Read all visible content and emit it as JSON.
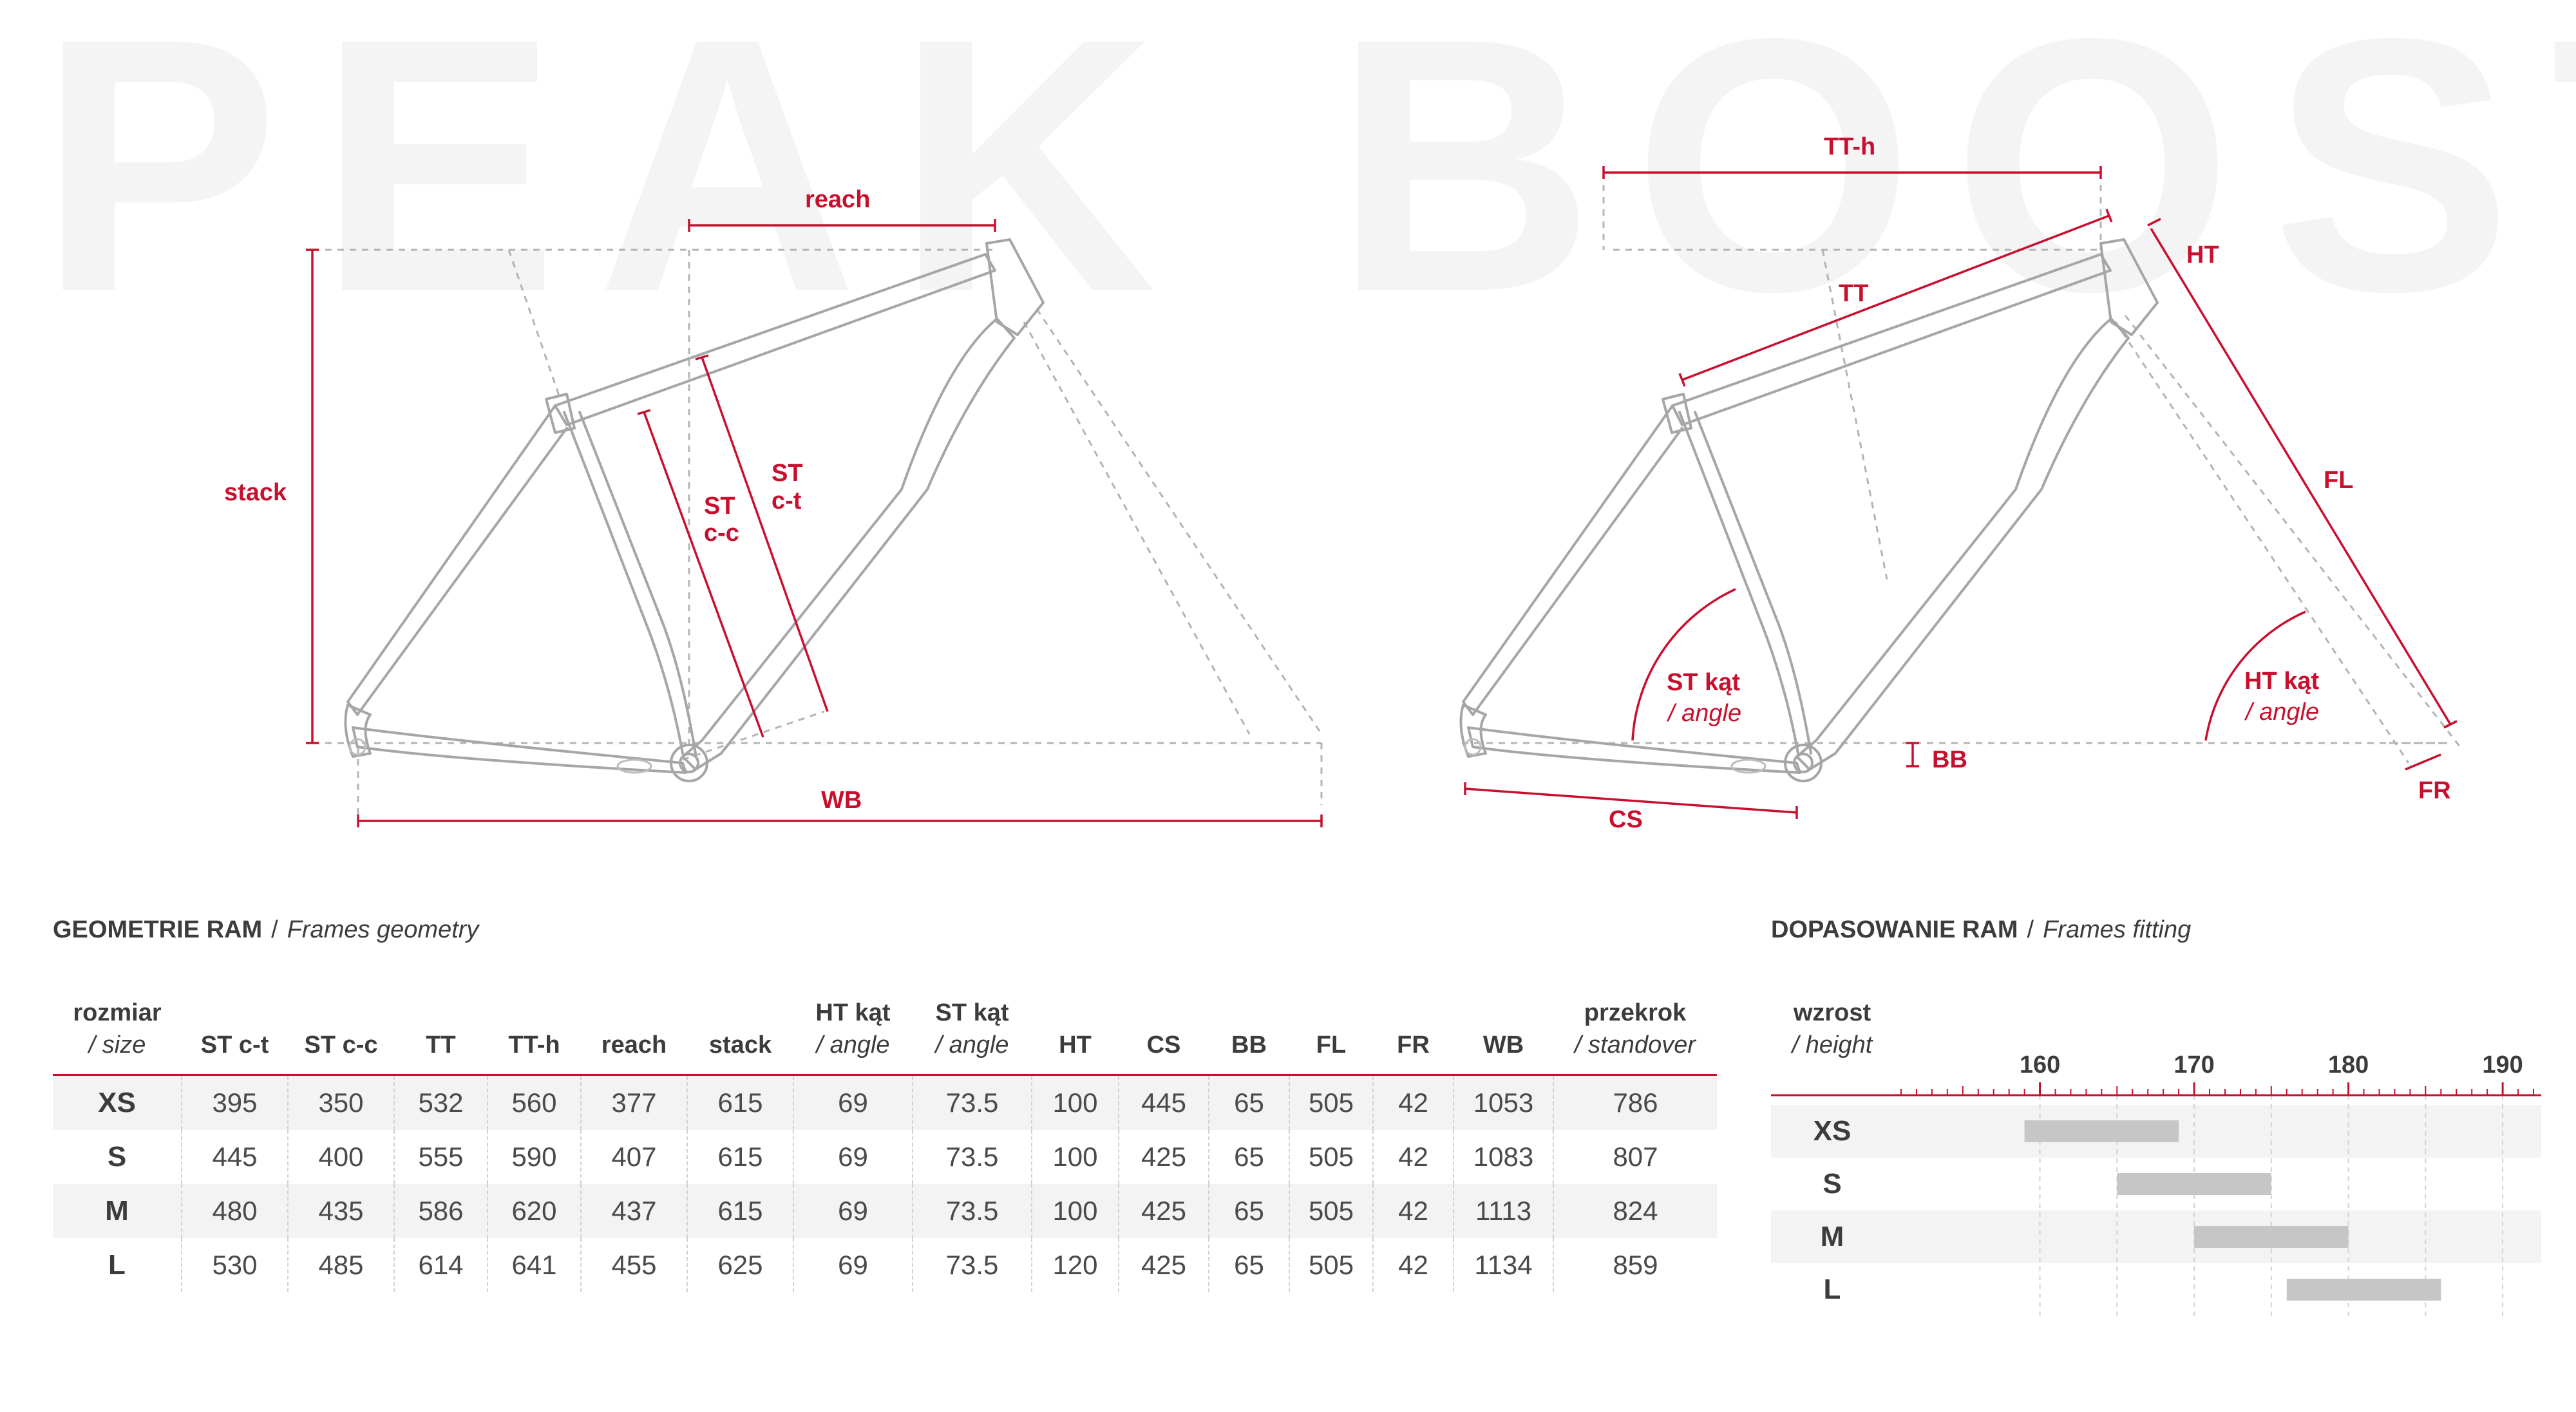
{
  "watermark": "PEAK BOOST",
  "diagram_left": {
    "labels": {
      "reach": "reach",
      "stack": "stack",
      "st_ct_1": "ST",
      "st_ct_2": "c-t",
      "st_cc_1": "ST",
      "st_cc_2": "c-c",
      "wb": "WB"
    }
  },
  "diagram_right": {
    "labels": {
      "tth": "TT-h",
      "tt": "TT",
      "ht": "HT",
      "fl": "FL",
      "st_angle_1": "ST kąt",
      "st_angle_2": "/ angle",
      "ht_angle_1": "HT kąt",
      "ht_angle_2": "/ angle",
      "bb": "BB",
      "cs": "CS",
      "fr": "FR"
    }
  },
  "geometry": {
    "title_pl": "GEOMETRIE RAM",
    "separator": "/",
    "title_en": "Frames geometry",
    "columns": [
      {
        "top": "rozmiar",
        "sub": "/ size"
      },
      {
        "top": "ST c-t",
        "sub": ""
      },
      {
        "top": "ST c-c",
        "sub": ""
      },
      {
        "top": "TT",
        "sub": ""
      },
      {
        "top": "TT-h",
        "sub": ""
      },
      {
        "top": "reach",
        "sub": ""
      },
      {
        "top": "stack",
        "sub": ""
      },
      {
        "top": "HT kąt",
        "sub": "/ angle"
      },
      {
        "top": "ST kąt",
        "sub": "/ angle"
      },
      {
        "top": "HT",
        "sub": ""
      },
      {
        "top": "CS",
        "sub": ""
      },
      {
        "top": "BB",
        "sub": ""
      },
      {
        "top": "FL",
        "sub": ""
      },
      {
        "top": "FR",
        "sub": ""
      },
      {
        "top": "WB",
        "sub": ""
      },
      {
        "top": "przekrok",
        "sub": "/ standover"
      }
    ],
    "rows": [
      [
        "XS",
        "395",
        "350",
        "532",
        "560",
        "377",
        "615",
        "69",
        "73.5",
        "100",
        "445",
        "65",
        "505",
        "42",
        "1053",
        "786"
      ],
      [
        "S",
        "445",
        "400",
        "555",
        "590",
        "407",
        "615",
        "69",
        "73.5",
        "100",
        "425",
        "65",
        "505",
        "42",
        "1083",
        "807"
      ],
      [
        "M",
        "480",
        "435",
        "586",
        "620",
        "437",
        "615",
        "69",
        "73.5",
        "100",
        "425",
        "65",
        "505",
        "42",
        "1113",
        "824"
      ],
      [
        "L",
        "530",
        "485",
        "614",
        "641",
        "455",
        "625",
        "69",
        "73.5",
        "120",
        "425",
        "65",
        "505",
        "42",
        "1134",
        "859"
      ]
    ]
  },
  "fitting": {
    "title_pl": "DOPASOWANIE RAM",
    "separator": "/",
    "title_en": "Frames fitting",
    "header_top": "wzrost",
    "header_sub": "/ height",
    "scale_min": 150.5,
    "scale_max": 192.5,
    "major_ticks": [
      "160",
      "170",
      "180",
      "190"
    ],
    "ranges": [
      {
        "size": "XS",
        "from": 159,
        "to": 169
      },
      {
        "size": "S",
        "from": 165,
        "to": 175
      },
      {
        "size": "M",
        "from": 170,
        "to": 180
      },
      {
        "size": "L",
        "from": 176,
        "to": 186
      }
    ],
    "accent_color": "#c8102e",
    "bar_color": "#c6c6c6"
  }
}
